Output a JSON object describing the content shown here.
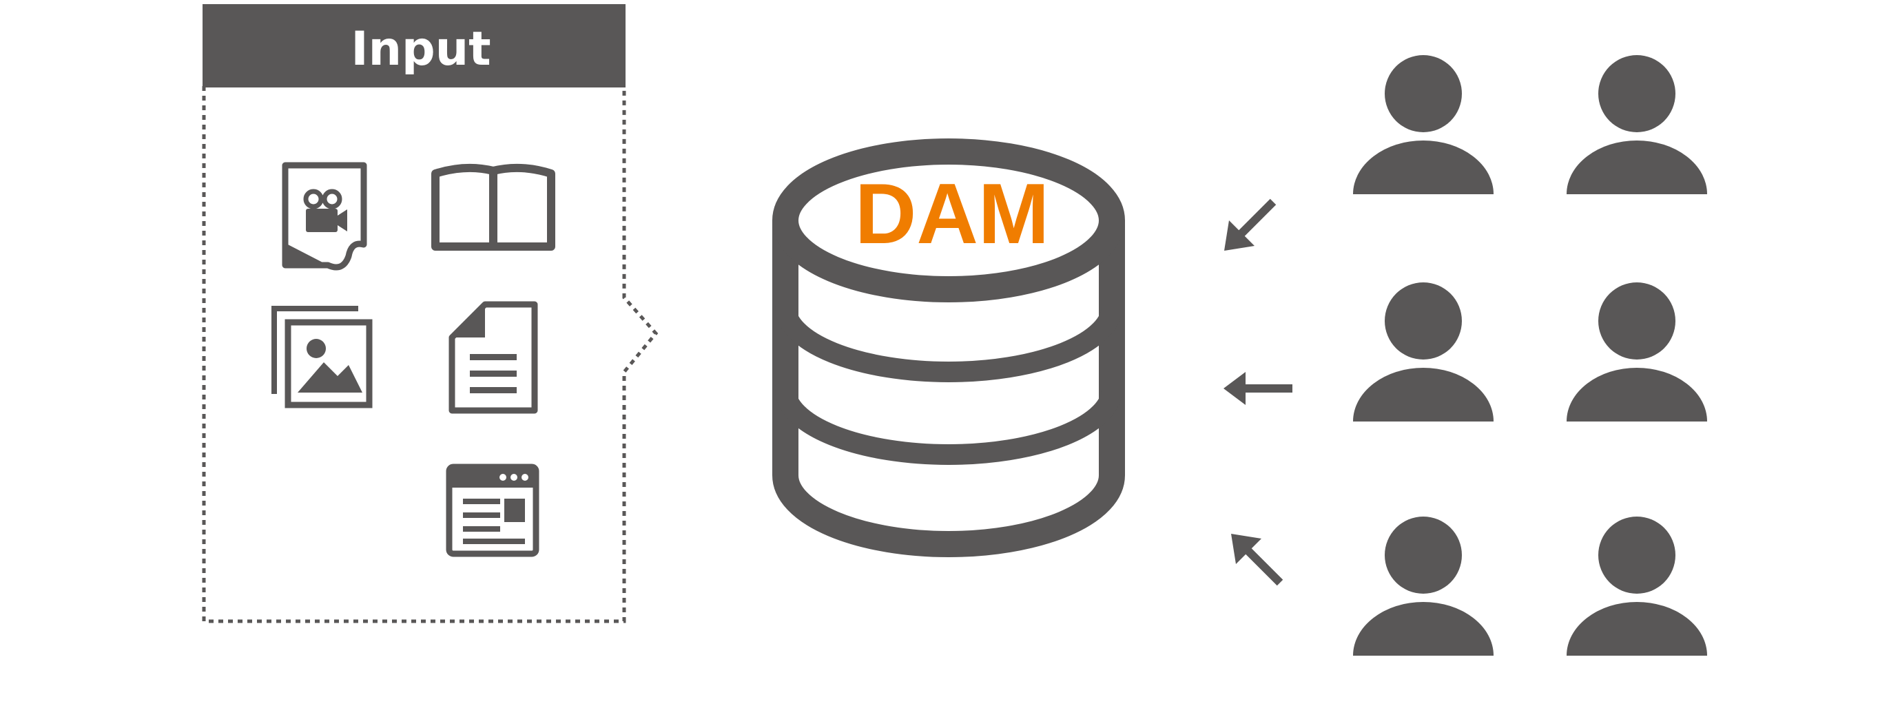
{
  "input_panel": {
    "title": "Input",
    "assets": [
      "video-document-icon",
      "book-icon",
      "image-gallery-icon",
      "text-document-icon",
      "web-page-icon"
    ]
  },
  "database": {
    "label": "DAM"
  },
  "users": {
    "count": 6,
    "icon": "user-icon"
  },
  "colors": {
    "icon_gray": "#595757",
    "accent_orange": "#F07D00",
    "background": "#FFFFFF"
  }
}
